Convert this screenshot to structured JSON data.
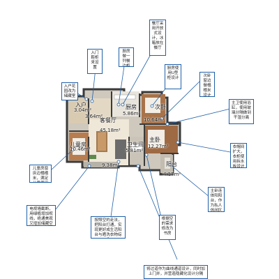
{
  "rooms": [
    {
      "id": "entrance",
      "name": "入户",
      "area": "3.04m²"
    },
    {
      "id": "shoe",
      "name": "",
      "area": "3.64m²"
    },
    {
      "id": "kitchen",
      "name": "厨房",
      "area": "5.86m²"
    },
    {
      "id": "secondary",
      "name": "次卧",
      "area": "10.64m²"
    },
    {
      "id": "living",
      "name": "客餐厅",
      "area": "45.18m²"
    },
    {
      "id": "child",
      "name": "儿童房",
      "area": "10.46m²"
    },
    {
      "id": "bath",
      "name": "卫生间",
      "area": "5.81m²"
    },
    {
      "id": "master",
      "name": "主卧",
      "area": "12.27m²"
    },
    {
      "id": "balcony_left",
      "name": "",
      "area": "9.38m²"
    },
    {
      "id": "balcony_right",
      "name": "阳台",
      "area": "4.17m²"
    }
  ],
  "callouts": [
    {
      "id": "dining",
      "text": "餐厅采用开放式设计，冰箱放在餐厅"
    },
    {
      "id": "entry_cabinet",
      "text": "入门鞋柜来设置"
    },
    {
      "id": "kitchen_l",
      "text": "厨房做一列餐边柜"
    },
    {
      "id": "kitchen_u",
      "text": "厨房使用U型柜设计"
    },
    {
      "id": "secondary_wardrobe",
      "text": "次卧窗边做榻榻米设计"
    },
    {
      "id": "entry_garden",
      "text": "入户花园改为储藏室"
    },
    {
      "id": "master_bath",
      "text": "主卫使用浴缸，使用玻璃分隔做到干湿分离"
    },
    {
      "id": "wardrobe",
      "text": "衣帽间扩大，衣柜使用拆水板设计"
    },
    {
      "id": "child_room",
      "text": "儿童房窗床边榻榻米，满足儿童使用的书桌"
    },
    {
      "id": "master_balcony",
      "text": "主卧连体阳阳台，作为私人休闲区域"
    },
    {
      "id": "tv_wall",
      "text": "电视墙截断，用绿植增加视线，绝通美观又增加储藏空间"
    },
    {
      "id": "aisle",
      "text": "按照空的走法，把阳台打通，实现更好成生活阳台与晒洗衣物综合"
    },
    {
      "id": "study",
      "text": "根据空的需求修改为书房"
    },
    {
      "id": "corridor",
      "text": "将过道作为曲线通道设计，同时加上门并，并营造隐藏化设计分隔"
    }
  ]
}
